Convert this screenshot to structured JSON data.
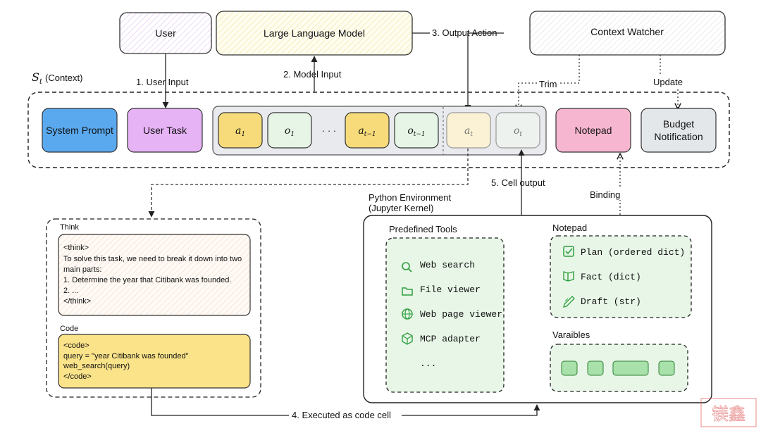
{
  "top": {
    "user": "User",
    "llm": "Large Language Model",
    "context_watcher": "Context Watcher"
  },
  "edges": {
    "user_input": "1. User Input",
    "model_input": "2. Model Input",
    "output_action": "3. Output Action",
    "executed": "4. Executed as code cell",
    "cell_output": "5. Cell output",
    "trim": "Trim",
    "update": "Update",
    "binding": "Binding"
  },
  "context": {
    "label_main": "S",
    "label_sub": "t",
    "label_rest": "(Context)",
    "system_prompt": "System Prompt",
    "user_task": "User Task",
    "a1_main": "a",
    "a1_sub": "1",
    "o1_main": "o",
    "o1_sub": "1",
    "ellipsis": "· · ·",
    "at1_main": "a",
    "at1_sub": "t−1",
    "ot1_main": "o",
    "ot1_sub": "t−1",
    "at_main": "a",
    "at_sub": "t",
    "ot_main": "o",
    "ot_sub": "t",
    "notepad": "Notepad",
    "budget_line1": "Budget",
    "budget_line2": "Notification"
  },
  "think_panel": {
    "think_title": "Think",
    "think_lines": [
      "<think>",
      "To solve this task, we need to break it down into two",
      "main parts:",
      "1. Determine the year that Citibank was founded.",
      "2. ...",
      "</think>"
    ],
    "code_title": "Code",
    "code_lines": [
      "<code>",
      "query = \"year Citibank was founded\"",
      "web_search(query)",
      "</code>"
    ]
  },
  "python_env": {
    "title_line1": "Python Environment",
    "title_line2": "(Jupyter Kernel)",
    "tools_title": "Predefined Tools",
    "tools": [
      {
        "icon": "search-icon",
        "label": "Web search"
      },
      {
        "icon": "folder-icon",
        "label": "File viewer"
      },
      {
        "icon": "globe-icon",
        "label": "Web page viewer"
      },
      {
        "icon": "cube-icon",
        "label": "MCP adapter"
      }
    ],
    "tools_more": "...",
    "notepad_title": "Notepad",
    "notepad_items": [
      {
        "icon": "checkbox-icon",
        "label": "Plan (ordered dict)"
      },
      {
        "icon": "book-icon",
        "label": "Fact (dict)"
      },
      {
        "icon": "pen-icon",
        "label": "Draft (str)"
      }
    ],
    "variables_title": "Varaibles"
  },
  "colors": {
    "system_prompt": "#5aa9ef",
    "user_task": "#e6b3f5",
    "action": "#f7db7a",
    "observation": "#e6f5e6",
    "notepad": "#f7b6cf",
    "budget": "#e4e7ea",
    "green_panel": "#e7f6e7",
    "green_item": "#a8e2aa",
    "code": "#fbe38a",
    "icon_green": "#2e9e3e"
  },
  "watermark": "镁鑫"
}
